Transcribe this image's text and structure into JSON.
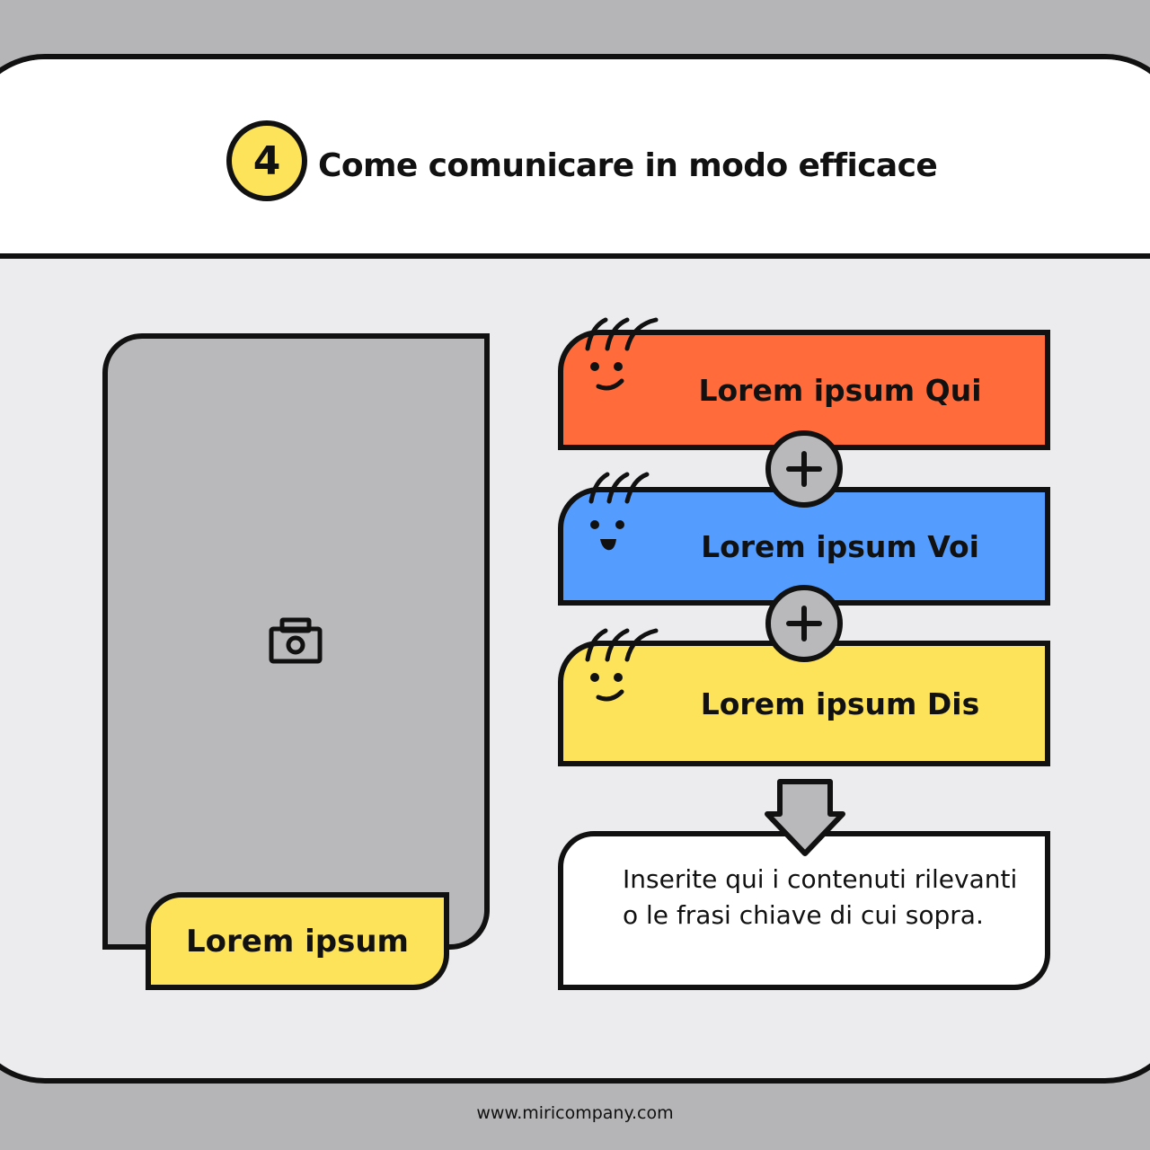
{
  "header": {
    "step_number": "4",
    "title": "Come comunicare in modo efficace"
  },
  "photo": {
    "icon": "camera-icon",
    "label": "Lorem ipsum"
  },
  "flow": {
    "items": [
      {
        "label": "Lorem ipsum Qui",
        "color": "#ff6b3b",
        "icon": "smiley-face-icon"
      },
      {
        "label": "Lorem ipsum Voi",
        "color": "#549dff",
        "icon": "smiley-face-icon"
      },
      {
        "label": "Lorem ipsum Dis",
        "color": "#fde35a",
        "icon": "smiley-face-icon"
      }
    ],
    "connector_icon": "plus-icon",
    "result_icon": "down-arrow-icon"
  },
  "note": {
    "text": "Inserite qui i contenuti rilevanti o le frasi chiave di cui sopra."
  },
  "footer": {
    "url": "www.miricompany.com"
  },
  "colors": {
    "background": "#b5b5b7",
    "panel": "#ececee",
    "accent_yellow": "#fde35a",
    "accent_orange": "#ff6b3b",
    "accent_blue": "#549dff",
    "placeholder_gray": "#b9b8bb",
    "outline": "#111111"
  }
}
